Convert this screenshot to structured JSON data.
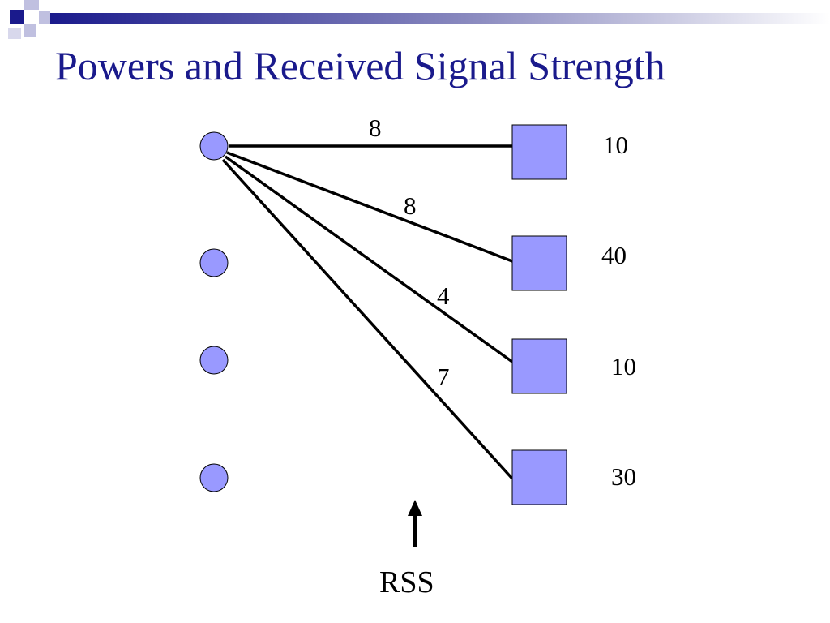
{
  "slide": {
    "title": "Powers and Received Signal Strength",
    "colors": {
      "title": "#1a1a8c",
      "node_fill": "#9999ff",
      "node_stroke": "#000000"
    }
  },
  "diagram": {
    "transmitter_count": 4,
    "receiver_count": 4,
    "links": [
      {
        "to_receiver": 1,
        "power": "8"
      },
      {
        "to_receiver": 2,
        "power": "8"
      },
      {
        "to_receiver": 3,
        "power": "4"
      },
      {
        "to_receiver": 4,
        "power": "7"
      }
    ],
    "receiver_values": [
      "10",
      "40",
      "10",
      "30"
    ],
    "rss_label": "RSS"
  }
}
